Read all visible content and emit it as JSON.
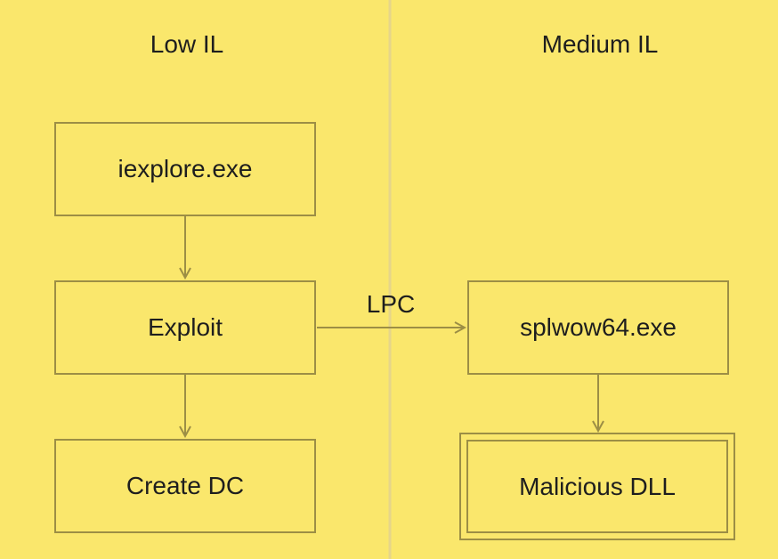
{
  "lanes": {
    "left": {
      "title": "Low IL"
    },
    "right": {
      "title": "Medium IL"
    }
  },
  "nodes": {
    "iexplore": {
      "label": "iexplore.exe"
    },
    "exploit": {
      "label": "Exploit"
    },
    "create_dc": {
      "label": "Create DC"
    },
    "splwow64": {
      "label": "splwow64.exe"
    },
    "malicious_dll": {
      "label": "Malicious DLL"
    }
  },
  "edges": {
    "lpc": {
      "label": "LPC"
    }
  },
  "colors": {
    "background": "#fae76c",
    "stroke": "#9c8e45",
    "divider": "#e6d58a",
    "text": "#1e1e1e"
  }
}
